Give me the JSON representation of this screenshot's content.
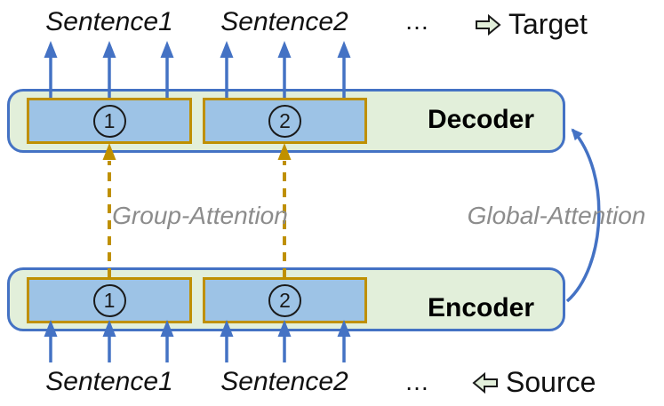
{
  "diagram": {
    "top_row": {
      "sentence1": "Sentence1",
      "sentence2": "Sentence2",
      "ellipsis": "…",
      "target_label": "Target"
    },
    "bottom_row": {
      "sentence1": "Sentence1",
      "sentence2": "Sentence2",
      "ellipsis": "…",
      "source_label": "Source"
    },
    "decoder": {
      "label": "Decoder",
      "groups": [
        "1",
        "2"
      ]
    },
    "encoder": {
      "label": "Encoder",
      "groups": [
        "1",
        "2"
      ]
    },
    "attention": {
      "group_label": "Group-Attention",
      "global_label": "Global-Attention"
    },
    "colors": {
      "box_fill": "#E2EFDA",
      "box_border": "#4472C4",
      "group_fill": "#9DC3E6",
      "group_border": "#BF9000",
      "arrow_blue": "#4472C4",
      "dash_gold": "#BF9000",
      "attention_text": "#8C8C8C",
      "text": "#000000",
      "block_arrow_fill": "#E2EFDA"
    }
  }
}
